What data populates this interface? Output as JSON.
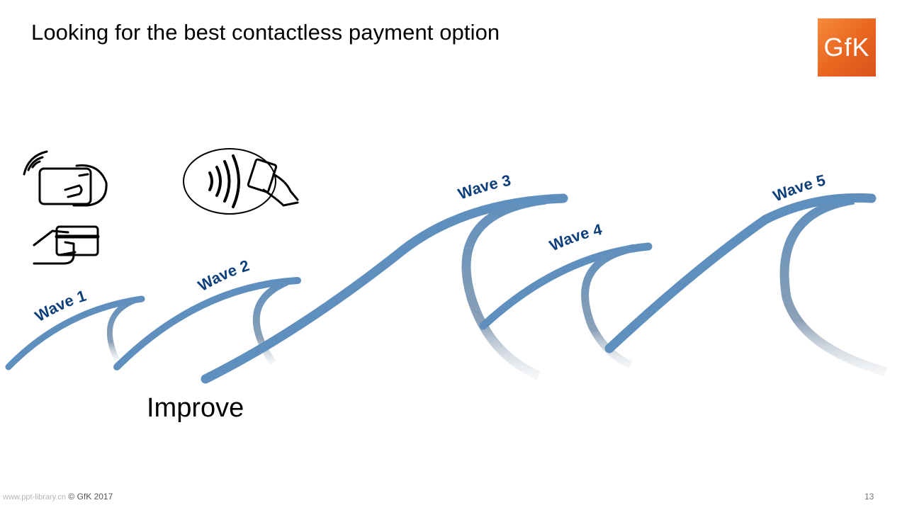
{
  "slide": {
    "title": "Looking for the best contactless payment option",
    "logo_text": "GfK",
    "improve_label": "Improve",
    "copyright": "© GfK 2017",
    "watermark": "www.ppt-library.cn",
    "page_number": "13"
  },
  "waves": [
    {
      "label": "Wave 1"
    },
    {
      "label": "Wave 2"
    },
    {
      "label": "Wave 3"
    },
    {
      "label": "Wave 4"
    },
    {
      "label": "Wave 5"
    }
  ],
  "colors": {
    "wave": "#5f8fbd",
    "wave_label": "#0d3f7a",
    "logo": "#ee7a2e"
  },
  "icons": [
    "contactless-card-tap-icon",
    "card-in-hand-icon",
    "contactless-symbol-hand-icon"
  ]
}
